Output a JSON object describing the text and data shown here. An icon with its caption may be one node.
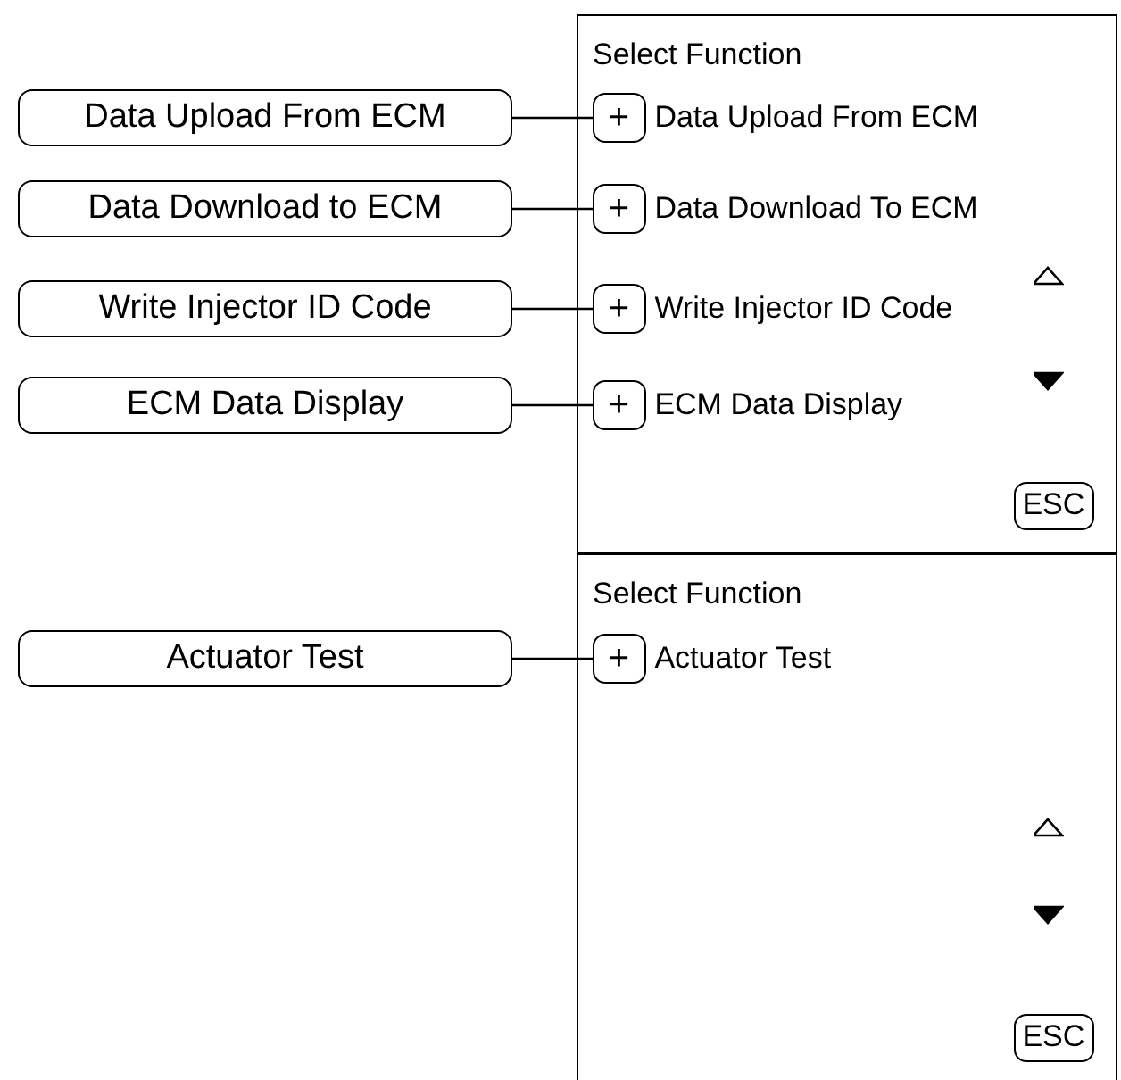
{
  "diagram": {
    "nodes": [
      {
        "text": [
          "Data Upload From ECM"
        ]
      },
      {
        "text": [
          "Data Download to ECM"
        ]
      },
      {
        "text": [
          "Write Injector ID Code"
        ]
      },
      {
        "text": [
          "ECM Data Display"
        ]
      },
      {
        "text": [
          "Actuator Test"
        ]
      },
      {
        "text": [
          "Select Function"
        ]
      },
      {
        "text": [
          "+"
        ],
        "beside": [
          "Data Upload From ECM"
        ],
        "in": 5
      },
      {
        "text": [
          "+"
        ],
        "beside": [
          "Data Download To ECM"
        ],
        "in": 5
      },
      {
        "text": [
          "+"
        ],
        "beside": [
          "Write Injector ID Code"
        ],
        "in": 5
      },
      {
        "text": [
          "+"
        ],
        "beside": [
          "ECM Data Display"
        ],
        "in": 5
      },
      {
        "text": [
          "ESC"
        ],
        "in": 5
      },
      {
        "text": [
          "Select Function"
        ]
      },
      {
        "text": [
          "+"
        ],
        "beside": [
          "Actuator Test"
        ],
        "in": 11
      },
      {
        "text": [
          "ESC"
        ],
        "in": 11
      }
    ],
    "edges": [
      {
        "from": 0,
        "to": 6,
        "arrow": "none"
      },
      {
        "from": 1,
        "to": 7,
        "arrow": "none"
      },
      {
        "from": 2,
        "to": 8,
        "arrow": "none"
      },
      {
        "from": 3,
        "to": 9,
        "arrow": "none"
      },
      {
        "from": 4,
        "to": 12,
        "arrow": "none"
      }
    ]
  }
}
